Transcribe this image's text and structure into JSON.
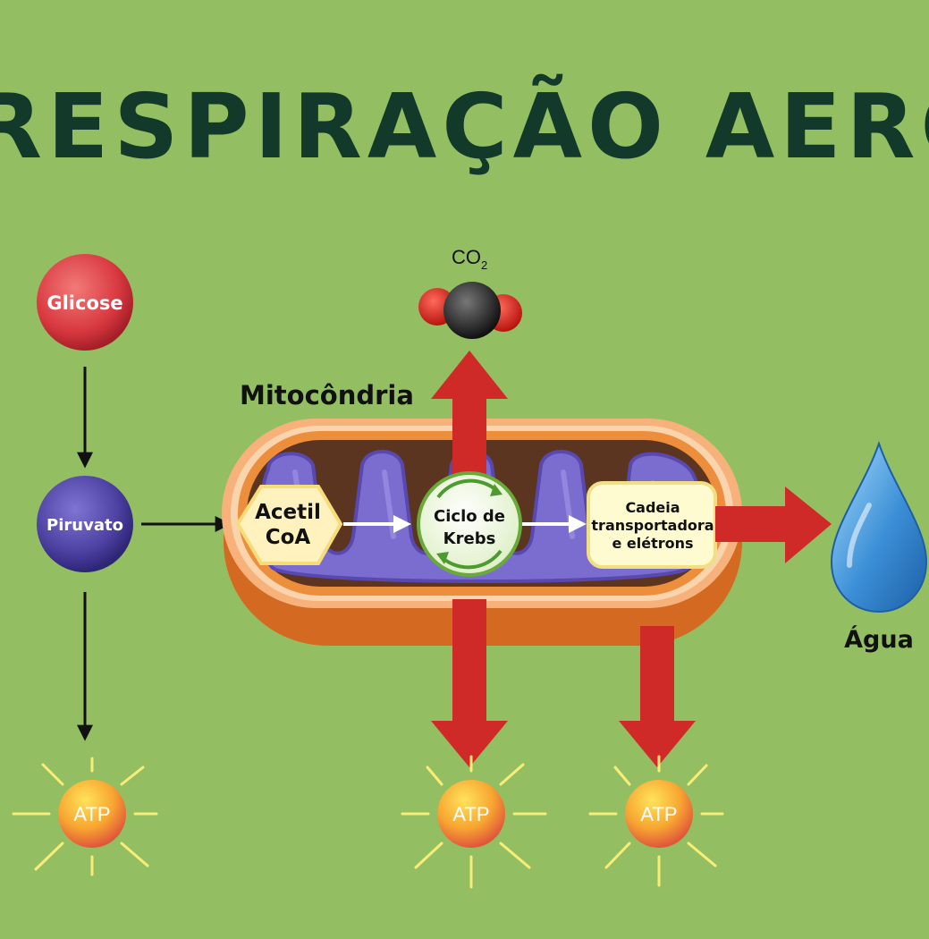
{
  "title": "RESPIRAÇÃO AERÓBICA",
  "nodes": {
    "glicose": "Glicose",
    "piruvato": "Piruvato",
    "acetil_line1": "Acetil",
    "acetil_line2": "CoA",
    "krebs_line1": "Ciclo de",
    "krebs_line2": "Krebs",
    "cadeia_line1": "Cadeia",
    "cadeia_line2": "transportadora",
    "cadeia_line3": "e elétrons",
    "mitocondria": "Mitocôndria",
    "co2": "CO",
    "co2_sub": "2",
    "agua": "Água",
    "atp": "ATP"
  },
  "colors": {
    "background": "#93bf62",
    "title": "#13392a",
    "arrow_red": "#cf2a27",
    "glicose": "#d8383f",
    "piruvato": "#4b3f9f",
    "mitochondria_outer": "#e07a2c",
    "mitochondria_inner": "#7b6dd0",
    "atp": "#f28a2a",
    "water": "#3b8fd6"
  }
}
